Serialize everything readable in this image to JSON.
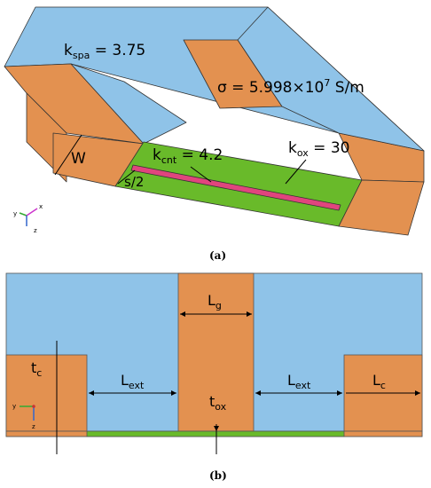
{
  "panel_a": {
    "caption": "(a)",
    "labels": {
      "k_spa": "k",
      "k_spa_sub": "spa",
      "k_spa_val": " = 3.75",
      "sigma": "σ = 5.998×10",
      "sigma_exp": "7",
      "sigma_unit": " S/m",
      "k_cnt": "k",
      "k_cnt_sub": "cnt",
      "k_cnt_val": " = 4.2",
      "k_ox": "k",
      "k_ox_sub": "ox",
      "k_ox_val": " = 30",
      "W": "W",
      "s_half": "s/2"
    },
    "axes": {
      "x": "x",
      "y": "y",
      "z": "z"
    }
  },
  "panel_b": {
    "caption": "(b)",
    "labels": {
      "L_g": "L",
      "L_g_sub": "g",
      "L_ext_left": "L",
      "L_ext_left_sub": "ext",
      "L_ext_right": "L",
      "L_ext_right_sub": "ext",
      "L_c": "L",
      "L_c_sub": "c",
      "t_c": "t",
      "t_c_sub": "c",
      "t_ox": "t",
      "t_ox_sub": "ox"
    },
    "axes": {
      "y": "y",
      "z": "z"
    }
  },
  "colors": {
    "blue": "#8fc3e8",
    "orange": "#e39150",
    "green": "#69ba2a",
    "pink": "#e0457d"
  }
}
